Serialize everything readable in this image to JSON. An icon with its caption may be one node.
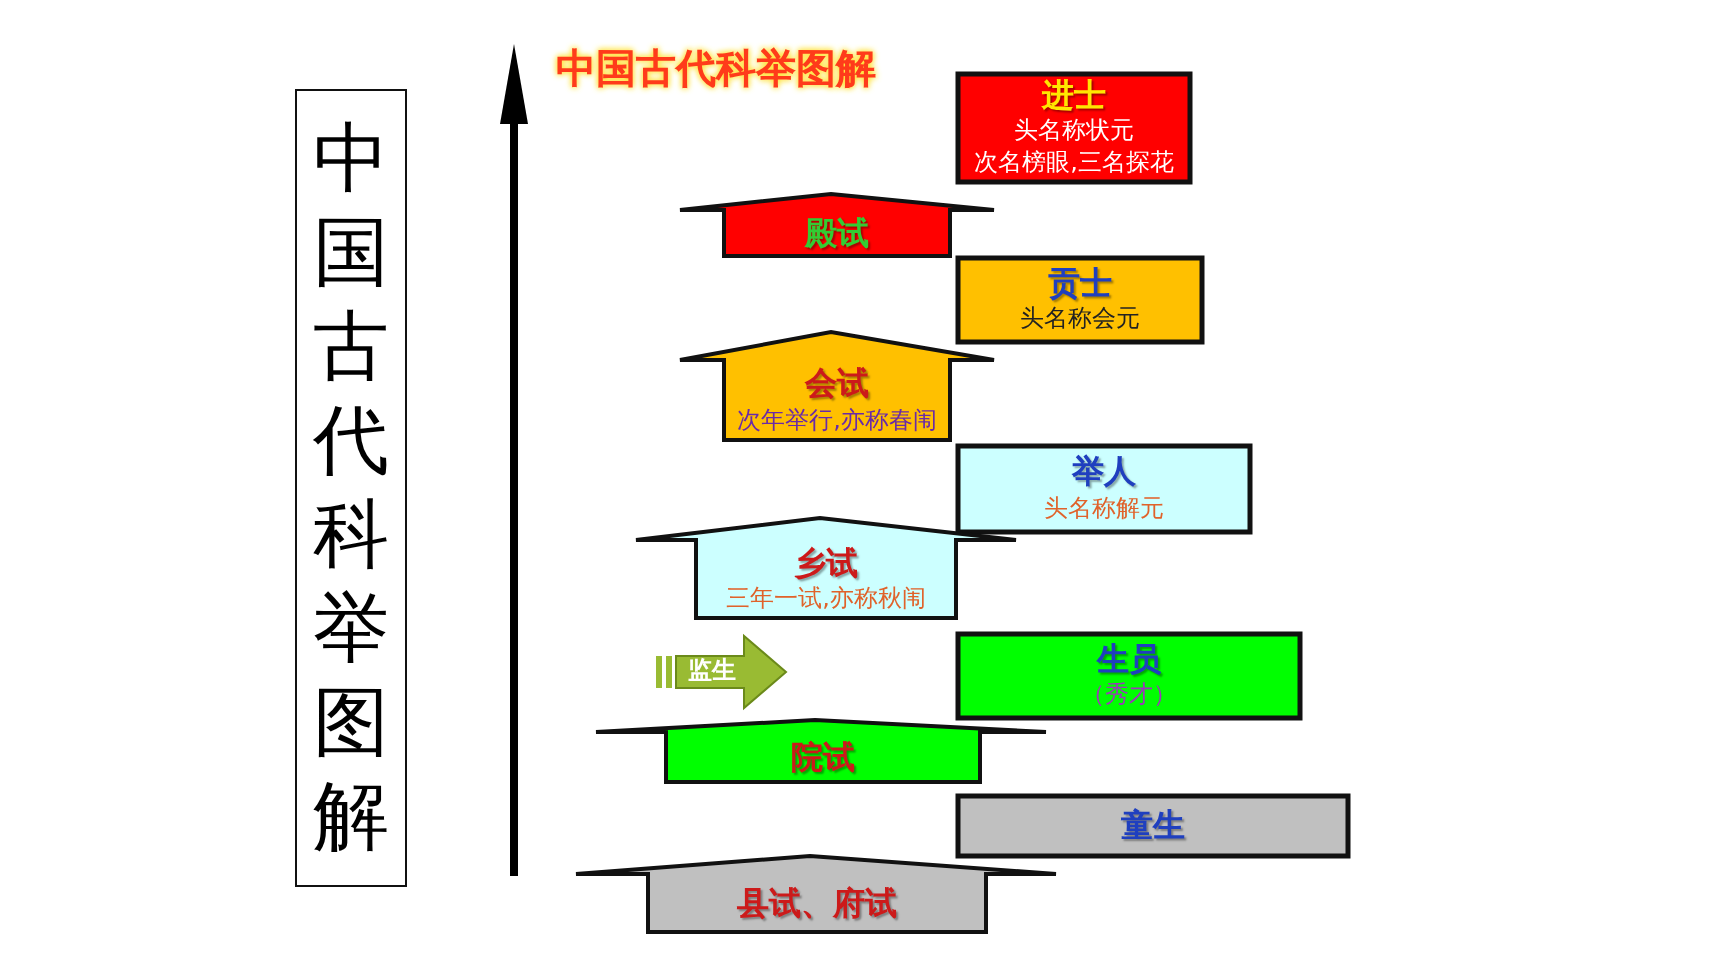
{
  "diagram": {
    "title": "中国古代科举图解",
    "nodes": [
      {
        "text": [
          "中国古代科举图解"
        ]
      },
      {
        "text": [
          "进士",
          "头名称状元",
          "次名榜眼,三名探花"
        ]
      },
      {
        "text": [
          "殿试"
        ]
      },
      {
        "text": [
          "贡士",
          "头名称会元"
        ]
      },
      {
        "text": [
          "会试",
          "次年举行,亦称春闱"
        ]
      },
      {
        "text": [
          "举人",
          "头名称解元"
        ]
      },
      {
        "text": [
          "乡试",
          "三年一试,亦称秋闱"
        ]
      },
      {
        "text": [
          "监生"
        ]
      },
      {
        "text": [
          "生员",
          "（秀才）"
        ]
      },
      {
        "text": [
          "院试"
        ]
      },
      {
        "text": [
          "童生"
        ]
      },
      {
        "text": [
          "县试、府试"
        ]
      }
    ],
    "edges": []
  }
}
